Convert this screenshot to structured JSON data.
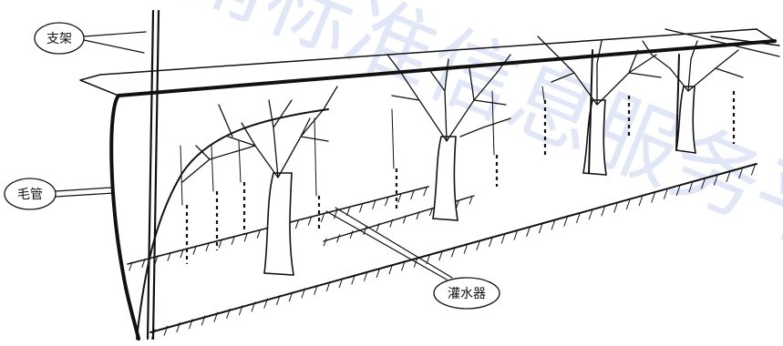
{
  "labels": {
    "support": "支架",
    "capillary": "毛管",
    "emitter": "灌水器"
  },
  "watermark": "湖南标准信息服务平",
  "colors": {
    "ink": "#111111",
    "watermark": "#c9d5ef",
    "background": "#ffffff"
  }
}
